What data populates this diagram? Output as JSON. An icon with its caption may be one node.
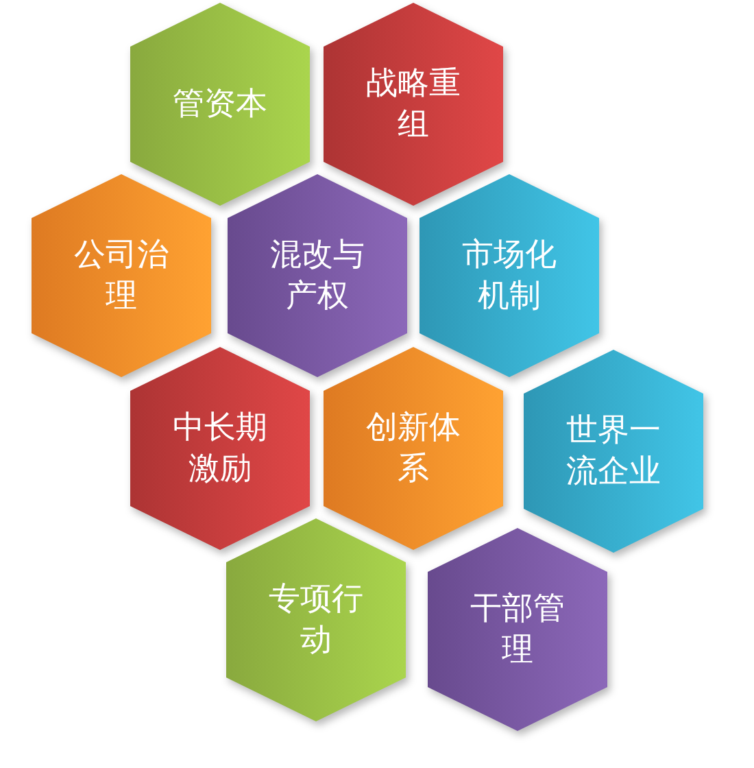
{
  "diagram": {
    "nodes": [
      {
        "text": [
          "管资本"
        ]
      },
      {
        "text": [
          "战略重组"
        ]
      },
      {
        "text": [
          "公司治理"
        ]
      },
      {
        "text": [
          "混改与产权"
        ]
      },
      {
        "text": [
          "市场化机制"
        ]
      },
      {
        "text": [
          "中长期激励"
        ]
      },
      {
        "text": [
          "创新体系"
        ]
      },
      {
        "text": [
          "世界一流企业"
        ]
      },
      {
        "text": [
          "专项行动"
        ]
      },
      {
        "text": [
          "干部管理"
        ]
      }
    ]
  }
}
